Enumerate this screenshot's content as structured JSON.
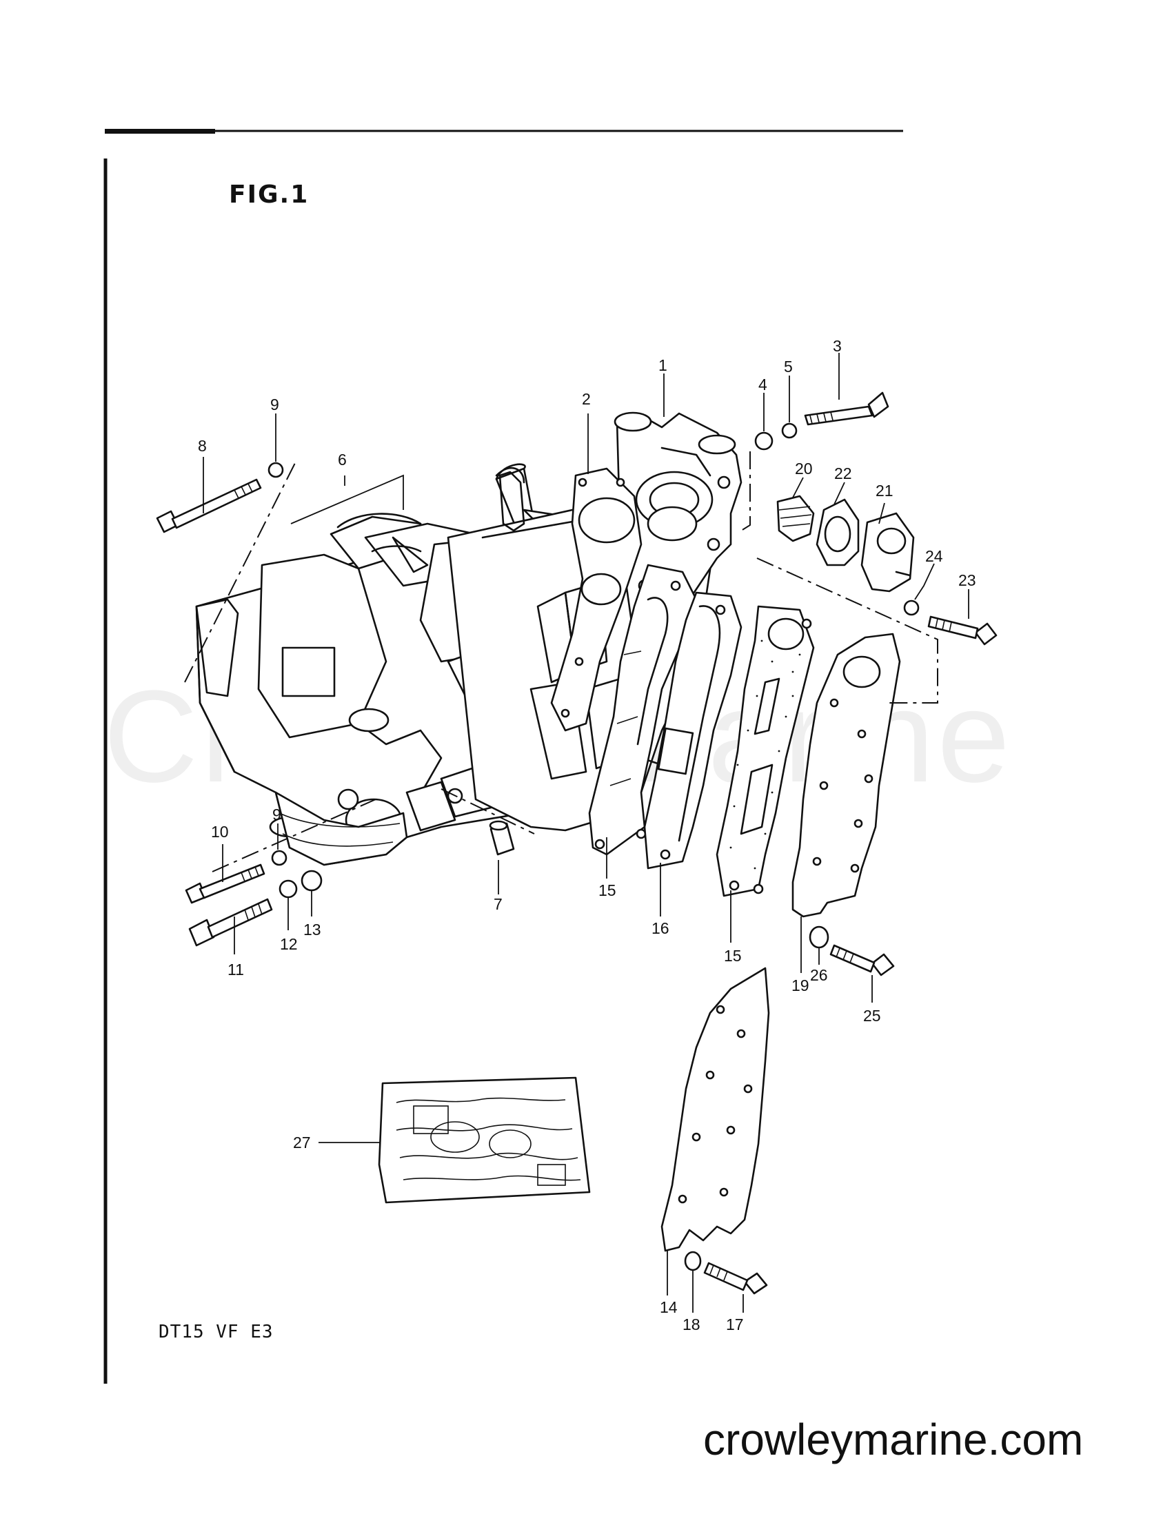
{
  "figure": {
    "title": "FIG.1",
    "model_code": "DT15 VF E3",
    "watermark": "CrowleyMarine",
    "website": "crowleymarine.com"
  },
  "callouts": [
    "1",
    "2",
    "3",
    "4",
    "5",
    "6",
    "7",
    "8",
    "9",
    "9",
    "10",
    "11",
    "12",
    "13",
    "14",
    "15",
    "15",
    "16",
    "17",
    "18",
    "19",
    "20",
    "21",
    "22",
    "23",
    "24",
    "25",
    "26",
    "27"
  ]
}
